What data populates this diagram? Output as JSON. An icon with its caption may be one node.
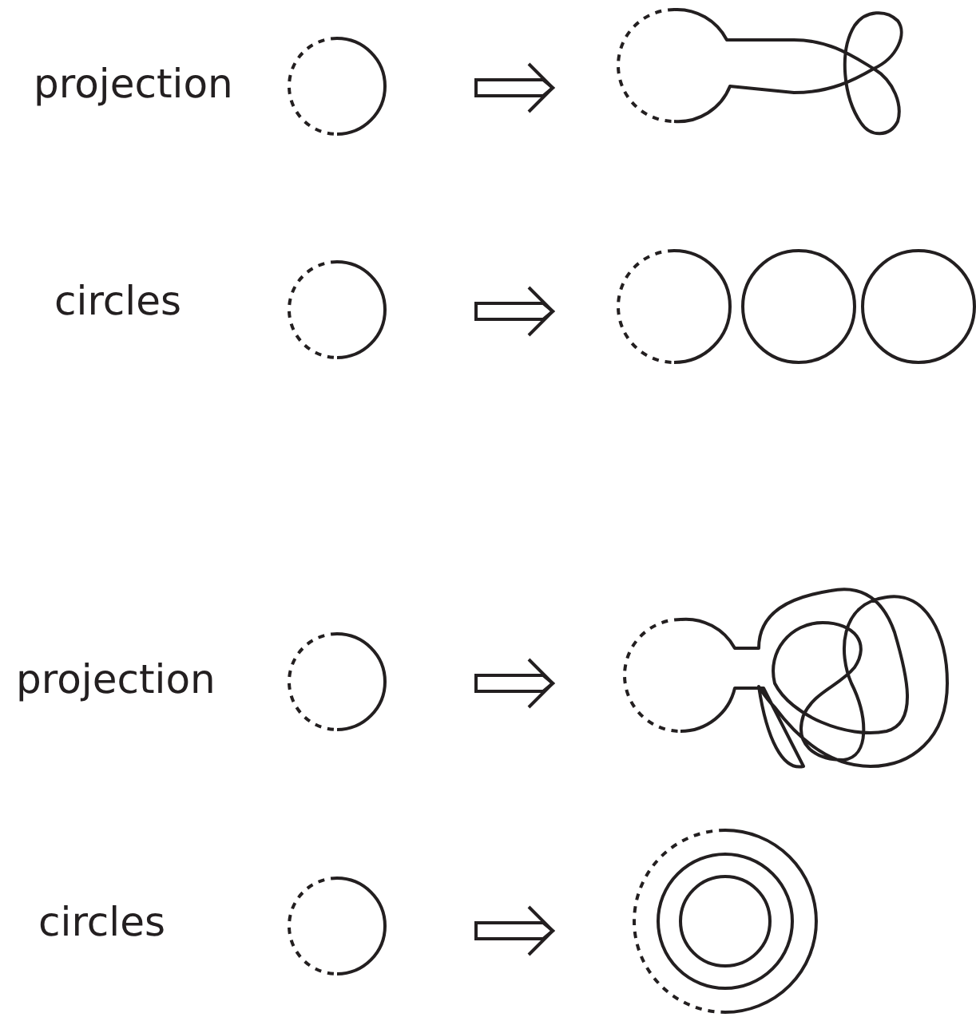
{
  "diagram": {
    "nodes": [
      {
        "text": [],
        "shape": "circle"
      },
      {
        "text": [],
        "shape": "picture"
      },
      {
        "text": [],
        "shape": "circle"
      },
      {
        "text": [],
        "shape": "picture"
      },
      {
        "text": [],
        "shape": "circle"
      },
      {
        "text": [],
        "shape": "picture"
      },
      {
        "text": [],
        "shape": "circle"
      },
      {
        "text": [],
        "shape": "picture"
      }
    ],
    "edges": [
      {
        "from": 0,
        "to": 1,
        "arrow": "to"
      },
      {
        "from": 2,
        "to": 3,
        "arrow": "to"
      },
      {
        "from": 4,
        "to": 5,
        "arrow": "to"
      },
      {
        "from": 6,
        "to": 7,
        "arrow": "to"
      }
    ],
    "labels": [
      "projection",
      "circles",
      "projection",
      "circles"
    ]
  }
}
